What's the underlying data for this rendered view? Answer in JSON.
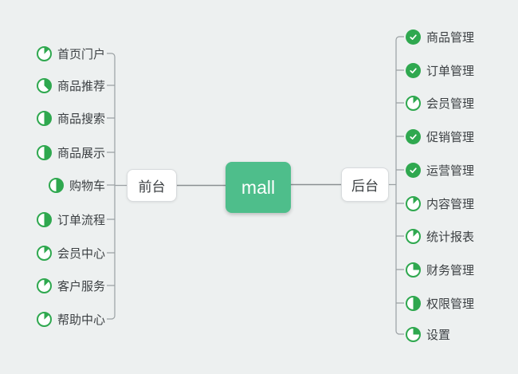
{
  "root": {
    "label": "mall"
  },
  "branches": {
    "left": {
      "node_label": "前台",
      "items": [
        {
          "label": "首页门户",
          "status": "progress",
          "percent": 12.5
        },
        {
          "label": "商品推荐",
          "status": "progress",
          "percent": 37.5
        },
        {
          "label": "商品搜索",
          "status": "progress",
          "percent": 50
        },
        {
          "label": "商品展示",
          "status": "progress",
          "percent": 50
        },
        {
          "label": "购物车",
          "status": "progress",
          "percent": 50
        },
        {
          "label": "订单流程",
          "status": "progress",
          "percent": 50
        },
        {
          "label": "会员中心",
          "status": "progress",
          "percent": 12.5
        },
        {
          "label": "客户服务",
          "status": "progress",
          "percent": 12.5
        },
        {
          "label": "帮助中心",
          "status": "progress",
          "percent": 12.5
        }
      ]
    },
    "right": {
      "node_label": "后台",
      "items": [
        {
          "label": "商品管理",
          "status": "done"
        },
        {
          "label": "订单管理",
          "status": "done"
        },
        {
          "label": "会员管理",
          "status": "progress",
          "percent": 12.5
        },
        {
          "label": "促销管理",
          "status": "done"
        },
        {
          "label": "运营管理",
          "status": "done"
        },
        {
          "label": "内容管理",
          "status": "progress",
          "percent": 12.5
        },
        {
          "label": "统计报表",
          "status": "progress",
          "percent": 12.5
        },
        {
          "label": "财务管理",
          "status": "progress",
          "percent": 25
        },
        {
          "label": "权限管理",
          "status": "progress",
          "percent": 50
        },
        {
          "label": "设置",
          "status": "progress",
          "percent": 25
        }
      ]
    }
  },
  "icons": {
    "done": "check-circle-icon",
    "progress": "progress-pie-icon"
  },
  "colors": {
    "background": "#edf0f0",
    "root_fill": "#4ebe8b",
    "root_text": "#ffffff",
    "icon_green": "#2fa84f",
    "label_text": "#3c4043",
    "node_border": "#d8dbdd",
    "bracket_line": "#9aa0a3",
    "connector_line": "#8a8f92"
  }
}
